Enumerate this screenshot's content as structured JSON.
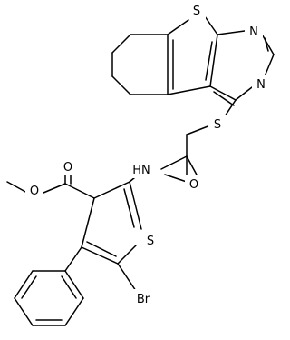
{
  "structure": {
    "atoms": {
      "S_thio": "S",
      "N_top": "N",
      "N_mid": "N",
      "S_link": "S",
      "O_amide": "O",
      "NH": "HN",
      "O_ester_carbonyl": "O",
      "O_ester": "O",
      "S_ring": "S",
      "Br": "Br"
    }
  }
}
